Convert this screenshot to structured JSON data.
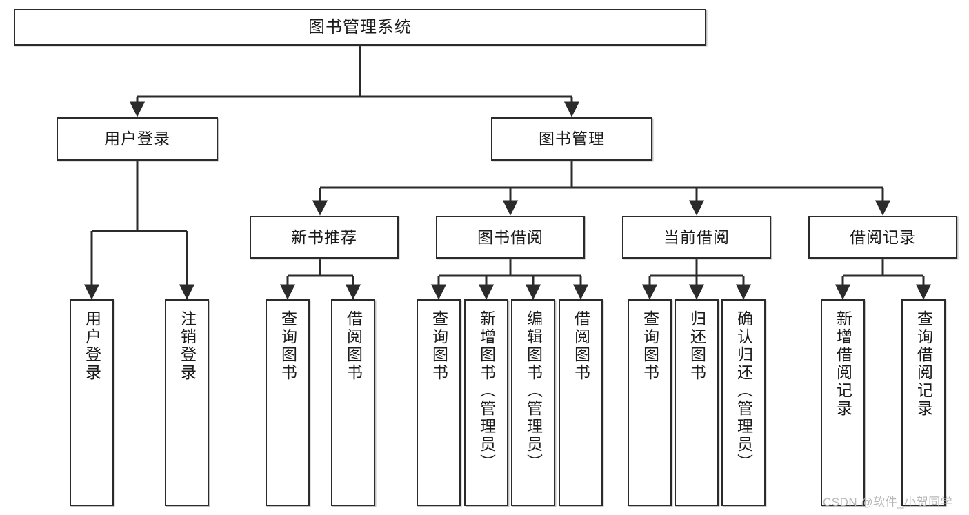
{
  "diagram": {
    "title": "图书管理系统",
    "type": "tree",
    "watermark": "CSDN @软件_小贺同学",
    "colors": {
      "stroke": "#2b2b2b",
      "fill": "#ffffff",
      "text": "#1b1b1b",
      "watermark": "#b8b8b8"
    },
    "levels": {
      "level1": [
        {
          "id": "root",
          "label": "图书管理系统"
        }
      ],
      "level2": [
        {
          "id": "user-login",
          "label": "用户登录"
        },
        {
          "id": "book-management",
          "label": "图书管理"
        }
      ],
      "level3": [
        {
          "id": "new-book-recommend",
          "label": "新书推荐",
          "parent": "book-management"
        },
        {
          "id": "book-borrow",
          "label": "图书借阅",
          "parent": "book-management"
        },
        {
          "id": "current-borrow",
          "label": "当前借阅",
          "parent": "book-management"
        },
        {
          "id": "borrow-record",
          "label": "借阅记录",
          "parent": "book-management"
        }
      ],
      "level4": [
        {
          "id": "leaf-user-login",
          "label": "用户登录",
          "parent": "user-login"
        },
        {
          "id": "leaf-logout",
          "label": "注销登录",
          "parent": "user-login"
        },
        {
          "id": "leaf-query-book-1",
          "label": "查询图书",
          "parent": "new-book-recommend"
        },
        {
          "id": "leaf-borrow-book-1",
          "label": "借阅图书",
          "parent": "new-book-recommend"
        },
        {
          "id": "leaf-query-book-2",
          "label": "查询图书",
          "parent": "book-borrow"
        },
        {
          "id": "leaf-add-book",
          "label": "新增图书（管理员）",
          "parent": "book-borrow"
        },
        {
          "id": "leaf-edit-book",
          "label": "编辑图书（管理员）",
          "parent": "book-borrow"
        },
        {
          "id": "leaf-borrow-book-2",
          "label": "借阅图书",
          "parent": "book-borrow"
        },
        {
          "id": "leaf-query-book-3",
          "label": "查询图书",
          "parent": "current-borrow"
        },
        {
          "id": "leaf-return-book",
          "label": "归还图书",
          "parent": "current-borrow"
        },
        {
          "id": "leaf-confirm-return",
          "label": "确认归还（管理员）",
          "parent": "current-borrow"
        },
        {
          "id": "leaf-add-record",
          "label": "新增借阅记录",
          "parent": "borrow-record"
        },
        {
          "id": "leaf-query-record",
          "label": "查询借阅记录",
          "parent": "borrow-record"
        }
      ]
    }
  }
}
